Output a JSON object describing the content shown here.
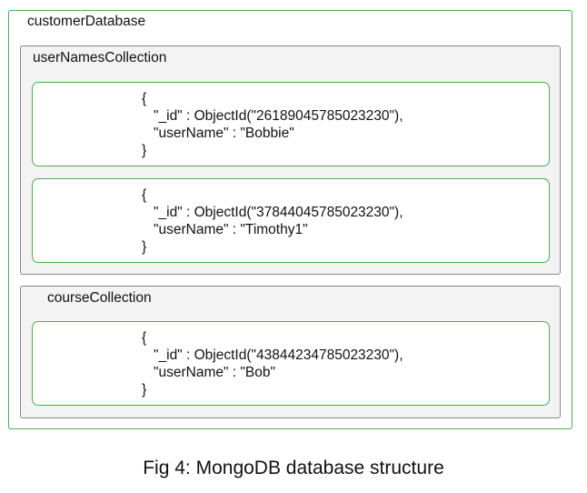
{
  "database": {
    "name": "customerDatabase",
    "collections": [
      {
        "name": "userNamesCollection",
        "documents": [
          {
            "open": "{",
            "id_line": "\"_id\" : ObjectId(\"26189045785023230\"),",
            "user_line": "\"userName\" : \"Bobbie\"",
            "close": "}"
          },
          {
            "open": "{",
            "id_line": "\"_id\" : ObjectId(\"37844045785023230\"),",
            "user_line": "\"userName\" : \"Timothy1\"",
            "close": "}"
          }
        ]
      },
      {
        "name": "courseCollection",
        "documents": [
          {
            "open": "{",
            "id_line": "\"_id\" : ObjectId(\"43844234785023230\"),",
            "user_line": "\"userName\" : \"Bob\"",
            "close": "}"
          }
        ]
      }
    ]
  },
  "caption": "Fig 4: MongoDB database structure",
  "colors": {
    "database_border": "#4caf50",
    "collection_border": "#888888",
    "collection_fill": "#f3f3f3",
    "document_border": "#4caf50"
  }
}
